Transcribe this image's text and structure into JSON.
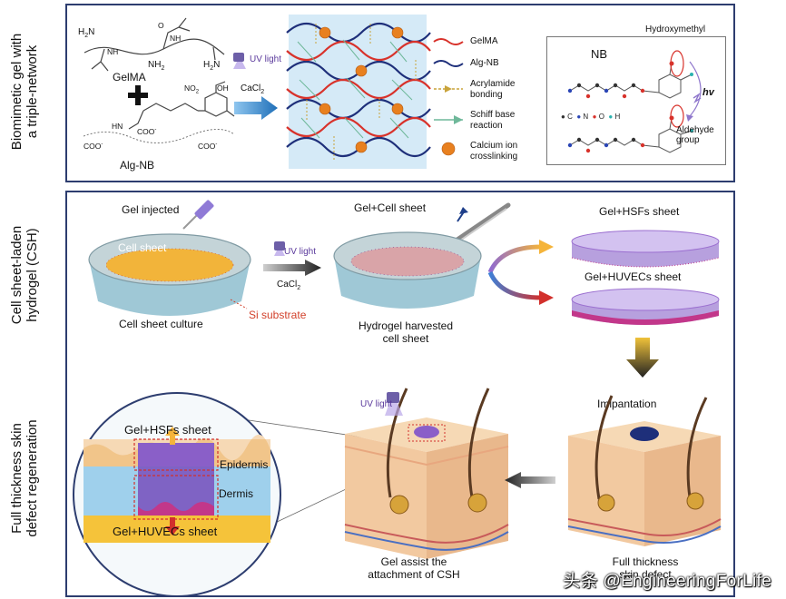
{
  "panel_a": {
    "side_label_line1": "Biomimetic gel with",
    "side_label_line2": "a triple-network",
    "gelma_label": "GelMA",
    "algnb_label": "Alg-NB",
    "uv_light": "UV light",
    "cacl2": "CaCl",
    "cacl2_sub": "2",
    "nh2": "NH",
    "nh2_sub": "2",
    "h2n": "H",
    "h2n_tail": "N",
    "coo": "COO",
    "no2": "NO",
    "oh": "OH",
    "o": "O",
    "hn": "HN",
    "nh": "NH",
    "legend": {
      "gelma": "GelMA",
      "algnb": "Alg-NB",
      "acrylamide1": "Acrylamide",
      "acrylamide2": "bonding",
      "schiff1": "Schiff base",
      "schiff2": "reaction",
      "calcium1": "Calcium ion",
      "calcium2": "crosslinking"
    },
    "nb_box": {
      "title": "NB",
      "hydroxymethyl": "Hydroxymethyl",
      "hv": "hv",
      "aldehyde1": "Aldehyde",
      "aldehyde2": "group",
      "atoms": [
        "C",
        "N",
        "O",
        "H"
      ]
    }
  },
  "panel_b": {
    "side_label_line1": "Cell sheet-laden",
    "side_label_line2": "hydrogel (CSH)",
    "gel_injected": "Gel injected",
    "cell_sheet": "Cell sheet",
    "cell_sheet_culture": "Cell sheet culture",
    "si_substrate": "Si substrate",
    "uv_light": "UV light",
    "cacl2": "CaCl",
    "cacl2_sub": "2",
    "gel_cell_sheet": "Gel+Cell sheet",
    "hydrogel_harvested1": "Hydrogel harvested",
    "hydrogel_harvested2": "cell sheet",
    "gel_hsfs": "Gel+HSFs sheet",
    "gel_huvecs": "Gel+HUVECs sheet"
  },
  "panel_c": {
    "side_label_line1": "Full thickness skin",
    "side_label_line2": "defect regeneration",
    "gel_hsfs": "Gel+HSFs sheet",
    "epidermis": "Epidermis",
    "dermis": "Dermis",
    "gel_huvecs": "Gel+HUVECs sheet",
    "uv_light": "UV light",
    "gel_assist1": "Gel assist the",
    "gel_assist2": "attachment of CSH",
    "implantation": "Imlpantation",
    "full_thickness1": "Full thickness",
    "full_thickness2": "skin defect"
  },
  "watermark": "头条 @EngineeringForLife",
  "colors": {
    "frame": "#2d3d6f",
    "gelma_red": "#d8322b",
    "algnb_blue": "#1e2f7a",
    "calcium_orange": "#e8801f",
    "hsfs_purple": "#9b6fd0",
    "huvecs_pink": "#c2378a",
    "dish_blue": "#9fc8d6",
    "skin_tan": "#f2c9a0"
  }
}
